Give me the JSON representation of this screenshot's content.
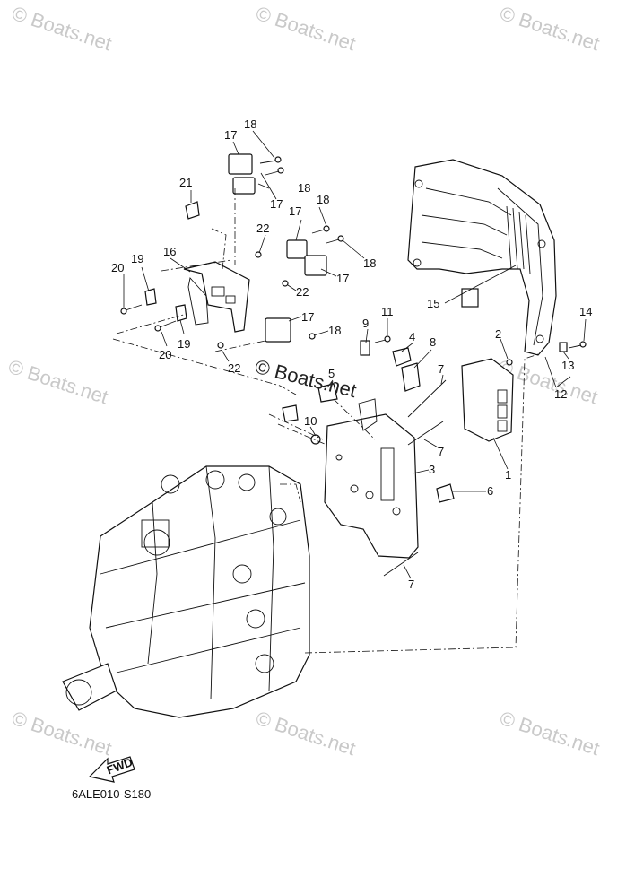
{
  "watermarks": {
    "text": "© Boats.net",
    "center_text": "© Boats.net"
  },
  "diagram": {
    "code": "6ALE010-S180",
    "fwd_label": "FWD",
    "callouts": [
      "1",
      "2",
      "3",
      "4",
      "5",
      "6",
      "7",
      "7",
      "7",
      "8",
      "9",
      "10",
      "11",
      "12",
      "13",
      "14",
      "15",
      "16",
      "17",
      "17",
      "17",
      "17",
      "17",
      "18",
      "18",
      "18",
      "18",
      "18",
      "19",
      "19",
      "20",
      "20",
      "21",
      "22",
      "22",
      "22"
    ]
  }
}
